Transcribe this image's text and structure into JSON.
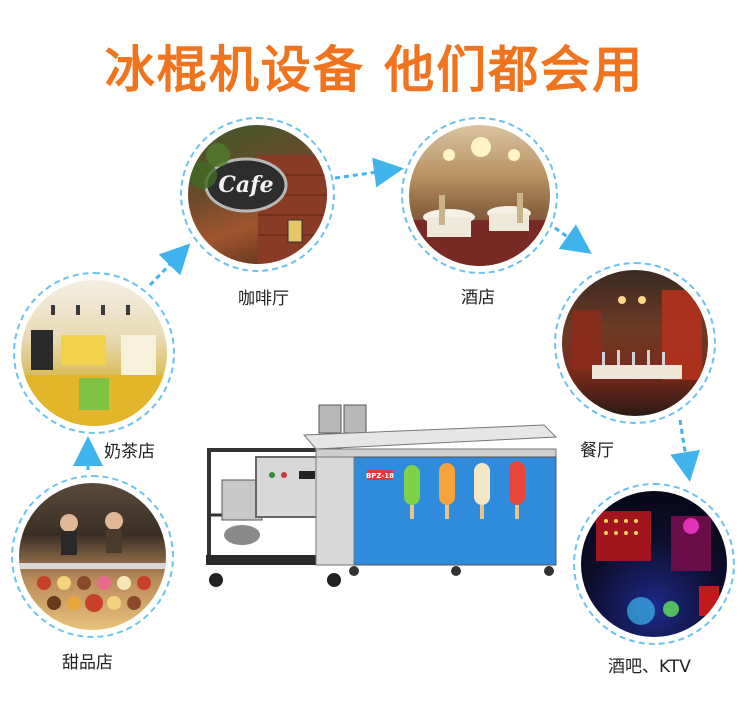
{
  "title": "冰棍机设备 他们都会用",
  "venues": {
    "cafe": {
      "label": "咖啡厅",
      "sign_text": "Cafe"
    },
    "hotel": {
      "label": "酒店"
    },
    "restaurant": {
      "label": "餐厅"
    },
    "bar": {
      "label": "酒吧、KTV"
    },
    "tea_shop": {
      "label": "奶茶店"
    },
    "dessert_shop": {
      "label": "甜品店"
    }
  },
  "machine": {
    "model_plate": "BPZ-18"
  },
  "colors": {
    "title": "#f0731e",
    "arrow": "#3fb3ec",
    "dashed_ring": "#6cc3ee"
  }
}
